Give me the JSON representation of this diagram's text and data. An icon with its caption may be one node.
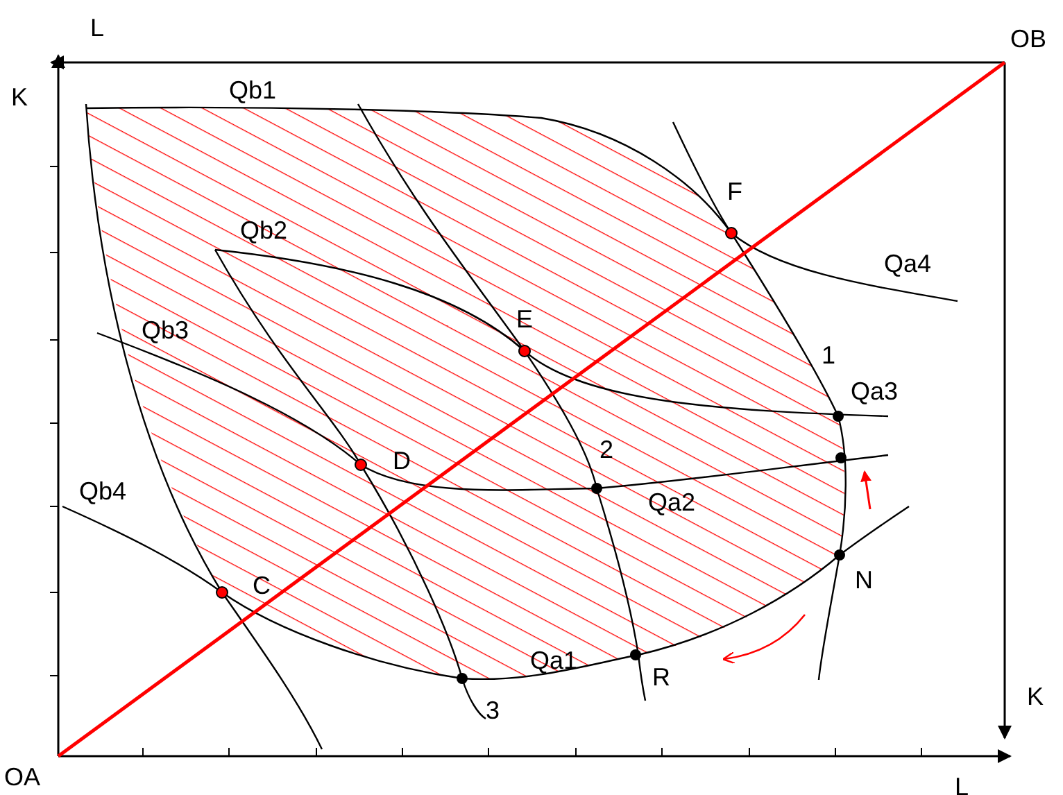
{
  "diagram": {
    "labels": [
      "L",
      "OB",
      "K",
      "Qb1",
      "F",
      "Qb2",
      "Qa4",
      "E",
      "Qb3",
      "1",
      "Qa3",
      "D",
      "2",
      "Qb4",
      "Qa2",
      "N",
      "C",
      "Qa1",
      "R",
      "3",
      "K",
      "OA",
      "L"
    ]
  }
}
